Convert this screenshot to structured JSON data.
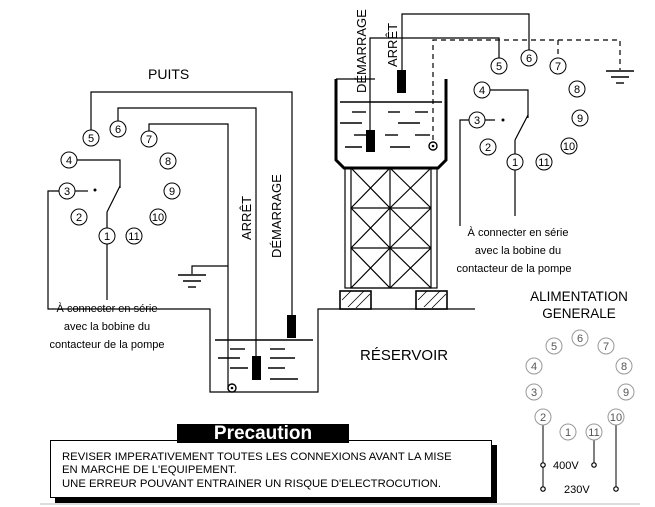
{
  "well": {
    "title": "PUITS",
    "start_label": "DÉMARRAGE",
    "stop_label": "ARRÊT",
    "note": [
      "À connecter en série",
      "avec la  bobine du",
      "contacteur de la pompe"
    ],
    "terminals": [
      "1",
      "2",
      "3",
      "4",
      "5",
      "6",
      "7",
      "8",
      "9",
      "10",
      "11"
    ]
  },
  "tank": {
    "start_label": "DÉMARRAGE",
    "stop_label": "ARRÊT",
    "note": [
      "À connecter en série",
      "avec la  bobine du",
      "contacteur de la pompe"
    ],
    "terminals": [
      "1",
      "2",
      "3",
      "4",
      "5",
      "6",
      "7",
      "8",
      "9",
      "10",
      "11"
    ]
  },
  "reservoir_label": "RÉSERVOIR",
  "power": {
    "title": [
      "ALIMENTATION",
      "GENERALE"
    ],
    "terminals": [
      "1",
      "2",
      "3",
      "4",
      "5",
      "6",
      "7",
      "8",
      "9",
      "10",
      "11"
    ],
    "v400": "400V",
    "v230": "230V"
  },
  "precaution": {
    "title": "Precaution",
    "lines": [
      "REVISER IMPERATIVEMENT TOUTES LES CONNEXIONS AVANT LA MISE",
      "EN MARCHE DE L'EQUIPEMENT.",
      "UNE ERREUR POUVANT ENTRAINER UN RISQUE D'ELECTROCUTION."
    ]
  }
}
